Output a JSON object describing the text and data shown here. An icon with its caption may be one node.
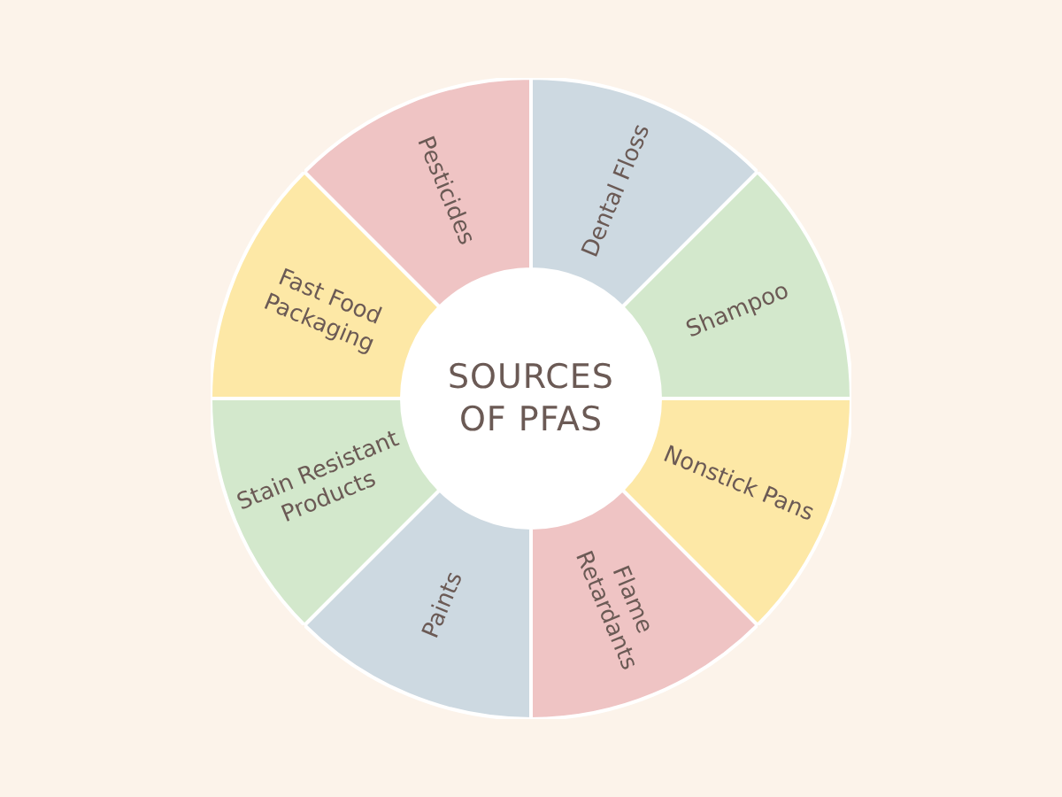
{
  "diagram": {
    "nodes": [
      {
        "text": [
          "SOURCES OF PFAS"
        ]
      },
      {
        "text": [
          "Dental Floss"
        ]
      },
      {
        "text": [
          "Shampoo"
        ]
      },
      {
        "text": [
          "Nonstick Pans"
        ]
      },
      {
        "text": [
          "Flame Retardants"
        ]
      },
      {
        "text": [
          "Paints"
        ]
      },
      {
        "text": [
          "Stain Resistant Products"
        ]
      },
      {
        "text": [
          "Fast Food Packaging"
        ]
      },
      {
        "text": [
          "Pesticides"
        ]
      }
    ],
    "edges": []
  }
}
